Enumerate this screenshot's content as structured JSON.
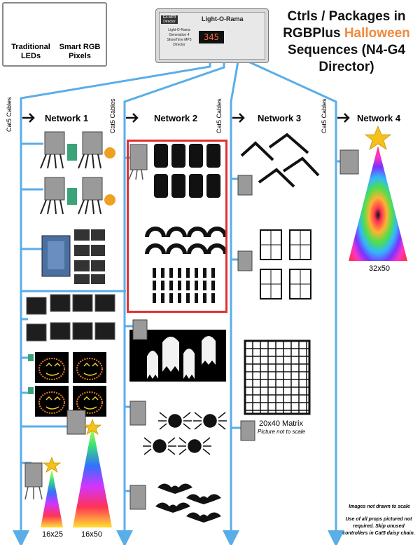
{
  "title": {
    "line1": "Ctrls / Packages in",
    "line2_prefix": "RGBPlus ",
    "line2_highlight": "Halloween",
    "line3": "Sequences (N4-G4",
    "line4": "Director)"
  },
  "colors": {
    "cable": "#5aaee8",
    "highlight": "#f08a3c",
    "red_box": "#e03030",
    "star": "#f3c01c",
    "controller": "#9a9a9a"
  },
  "legend": {
    "traditional": "Traditional LEDs",
    "pixels": "Smart RGB Pixels"
  },
  "director": {
    "brand": "Light-O-Rama",
    "tag": "G4-MP3 Director",
    "desc": "Light-O-Rama Generation 4 ShowTime MP3 Director",
    "display": "345"
  },
  "cat5_label": "Cat5 Cables",
  "networks": [
    {
      "label": "Network 1"
    },
    {
      "label": "Network 2"
    },
    {
      "label": "Network 3"
    },
    {
      "label": "Network 4"
    }
  ],
  "network1": {
    "tree_small_label": "16x25",
    "tree_large_label": "16x50"
  },
  "network3": {
    "matrix_label": "20x40 Matrix",
    "matrix_note": "Picture not to scale"
  },
  "network4": {
    "tree_label": "32x50"
  },
  "notes": {
    "scale": "Images not drawn to scale",
    "usage": "Use of all props pictured not required. Skip unused controllers in Cat5 daisy chain."
  },
  "icons": [
    "controller-icon",
    "flood-light-icon",
    "mini-tree-icon",
    "pumpkin-icon",
    "ghost-icon",
    "spider-icon",
    "bat-icon",
    "star-icon",
    "arrow-right-icon",
    "arrow-down-icon"
  ]
}
